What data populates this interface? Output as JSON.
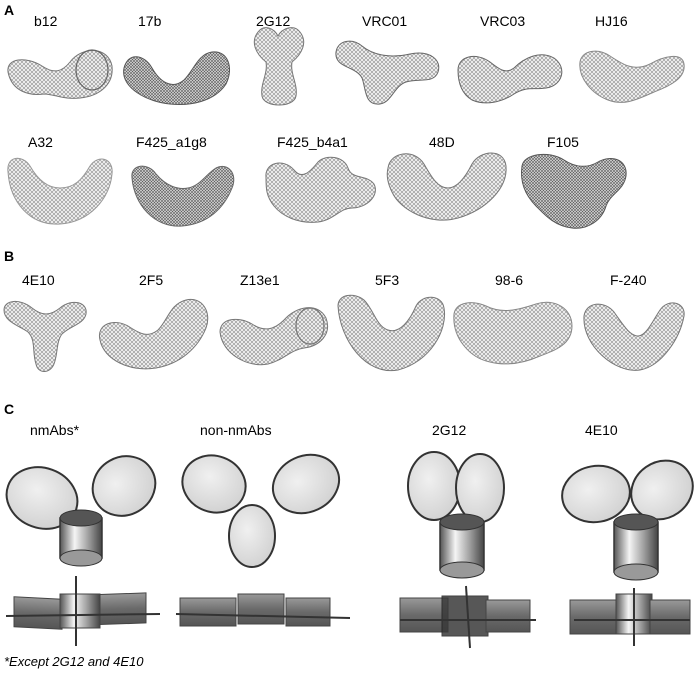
{
  "panels": {
    "A": {
      "letter": "A",
      "row1": [
        "b12",
        "17b",
        "2G12",
        "VRC01",
        "VRC03",
        "HJ16"
      ],
      "row2": [
        "A32",
        "F425_a1g8",
        "F425_b4a1",
        "48D",
        "F105"
      ]
    },
    "B": {
      "letter": "B",
      "row1": [
        "4E10",
        "2F5",
        "Z13e1",
        "5F3",
        "98-6",
        "F-240"
      ]
    },
    "C": {
      "letter": "C",
      "models": [
        "nmAbs*",
        "non-nmAbs",
        "2G12",
        "4E10"
      ],
      "footnote": "*Except 2G12 and 4E10"
    }
  },
  "colors": {
    "mesh": "#888888",
    "mesh_fill": "#eeeeee",
    "oval_fill": "#e4e4e4",
    "dark_fill": "#7a7a7a"
  }
}
